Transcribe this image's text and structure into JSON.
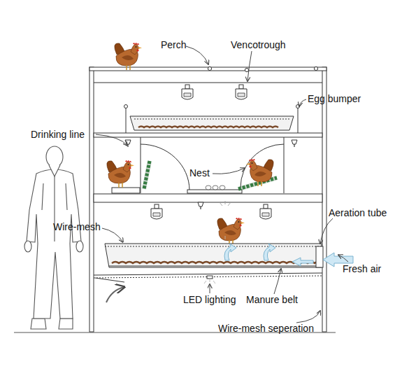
{
  "diagram": {
    "labels": [
      "Perch",
      "Vencotrough",
      "Egg bumper",
      "Drinking line",
      "Nest",
      "Aeration tube",
      "Wire-mesh",
      "Fresh air",
      "LED lighting",
      "Manure belt",
      "Wire-mesh seperation"
    ]
  }
}
